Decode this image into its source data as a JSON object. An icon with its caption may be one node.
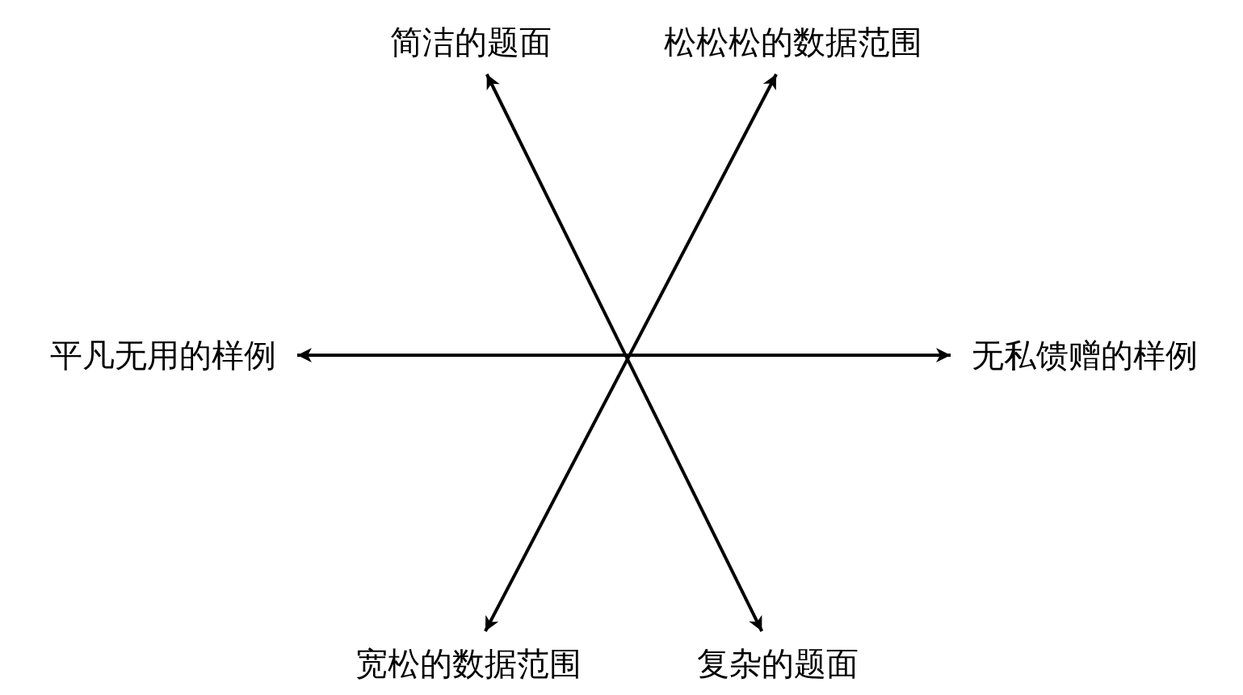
{
  "diagram": {
    "nodes": [
      {
        "text": [
          "简洁的题面"
        ]
      },
      {
        "text": [
          "松松松的数据范围"
        ]
      },
      {
        "text": [
          "平凡无用的样例"
        ]
      },
      {
        "text": [
          "无私馈赠的样例"
        ]
      },
      {
        "text": [
          "宽松的数据范围"
        ]
      },
      {
        "text": [
          "复杂的题面"
        ]
      }
    ],
    "edges": [
      {
        "from": 0,
        "to": 5,
        "arrow": "both"
      },
      {
        "from": 1,
        "to": 4,
        "arrow": "both"
      },
      {
        "from": 2,
        "to": 3,
        "arrow": "both"
      }
    ]
  }
}
